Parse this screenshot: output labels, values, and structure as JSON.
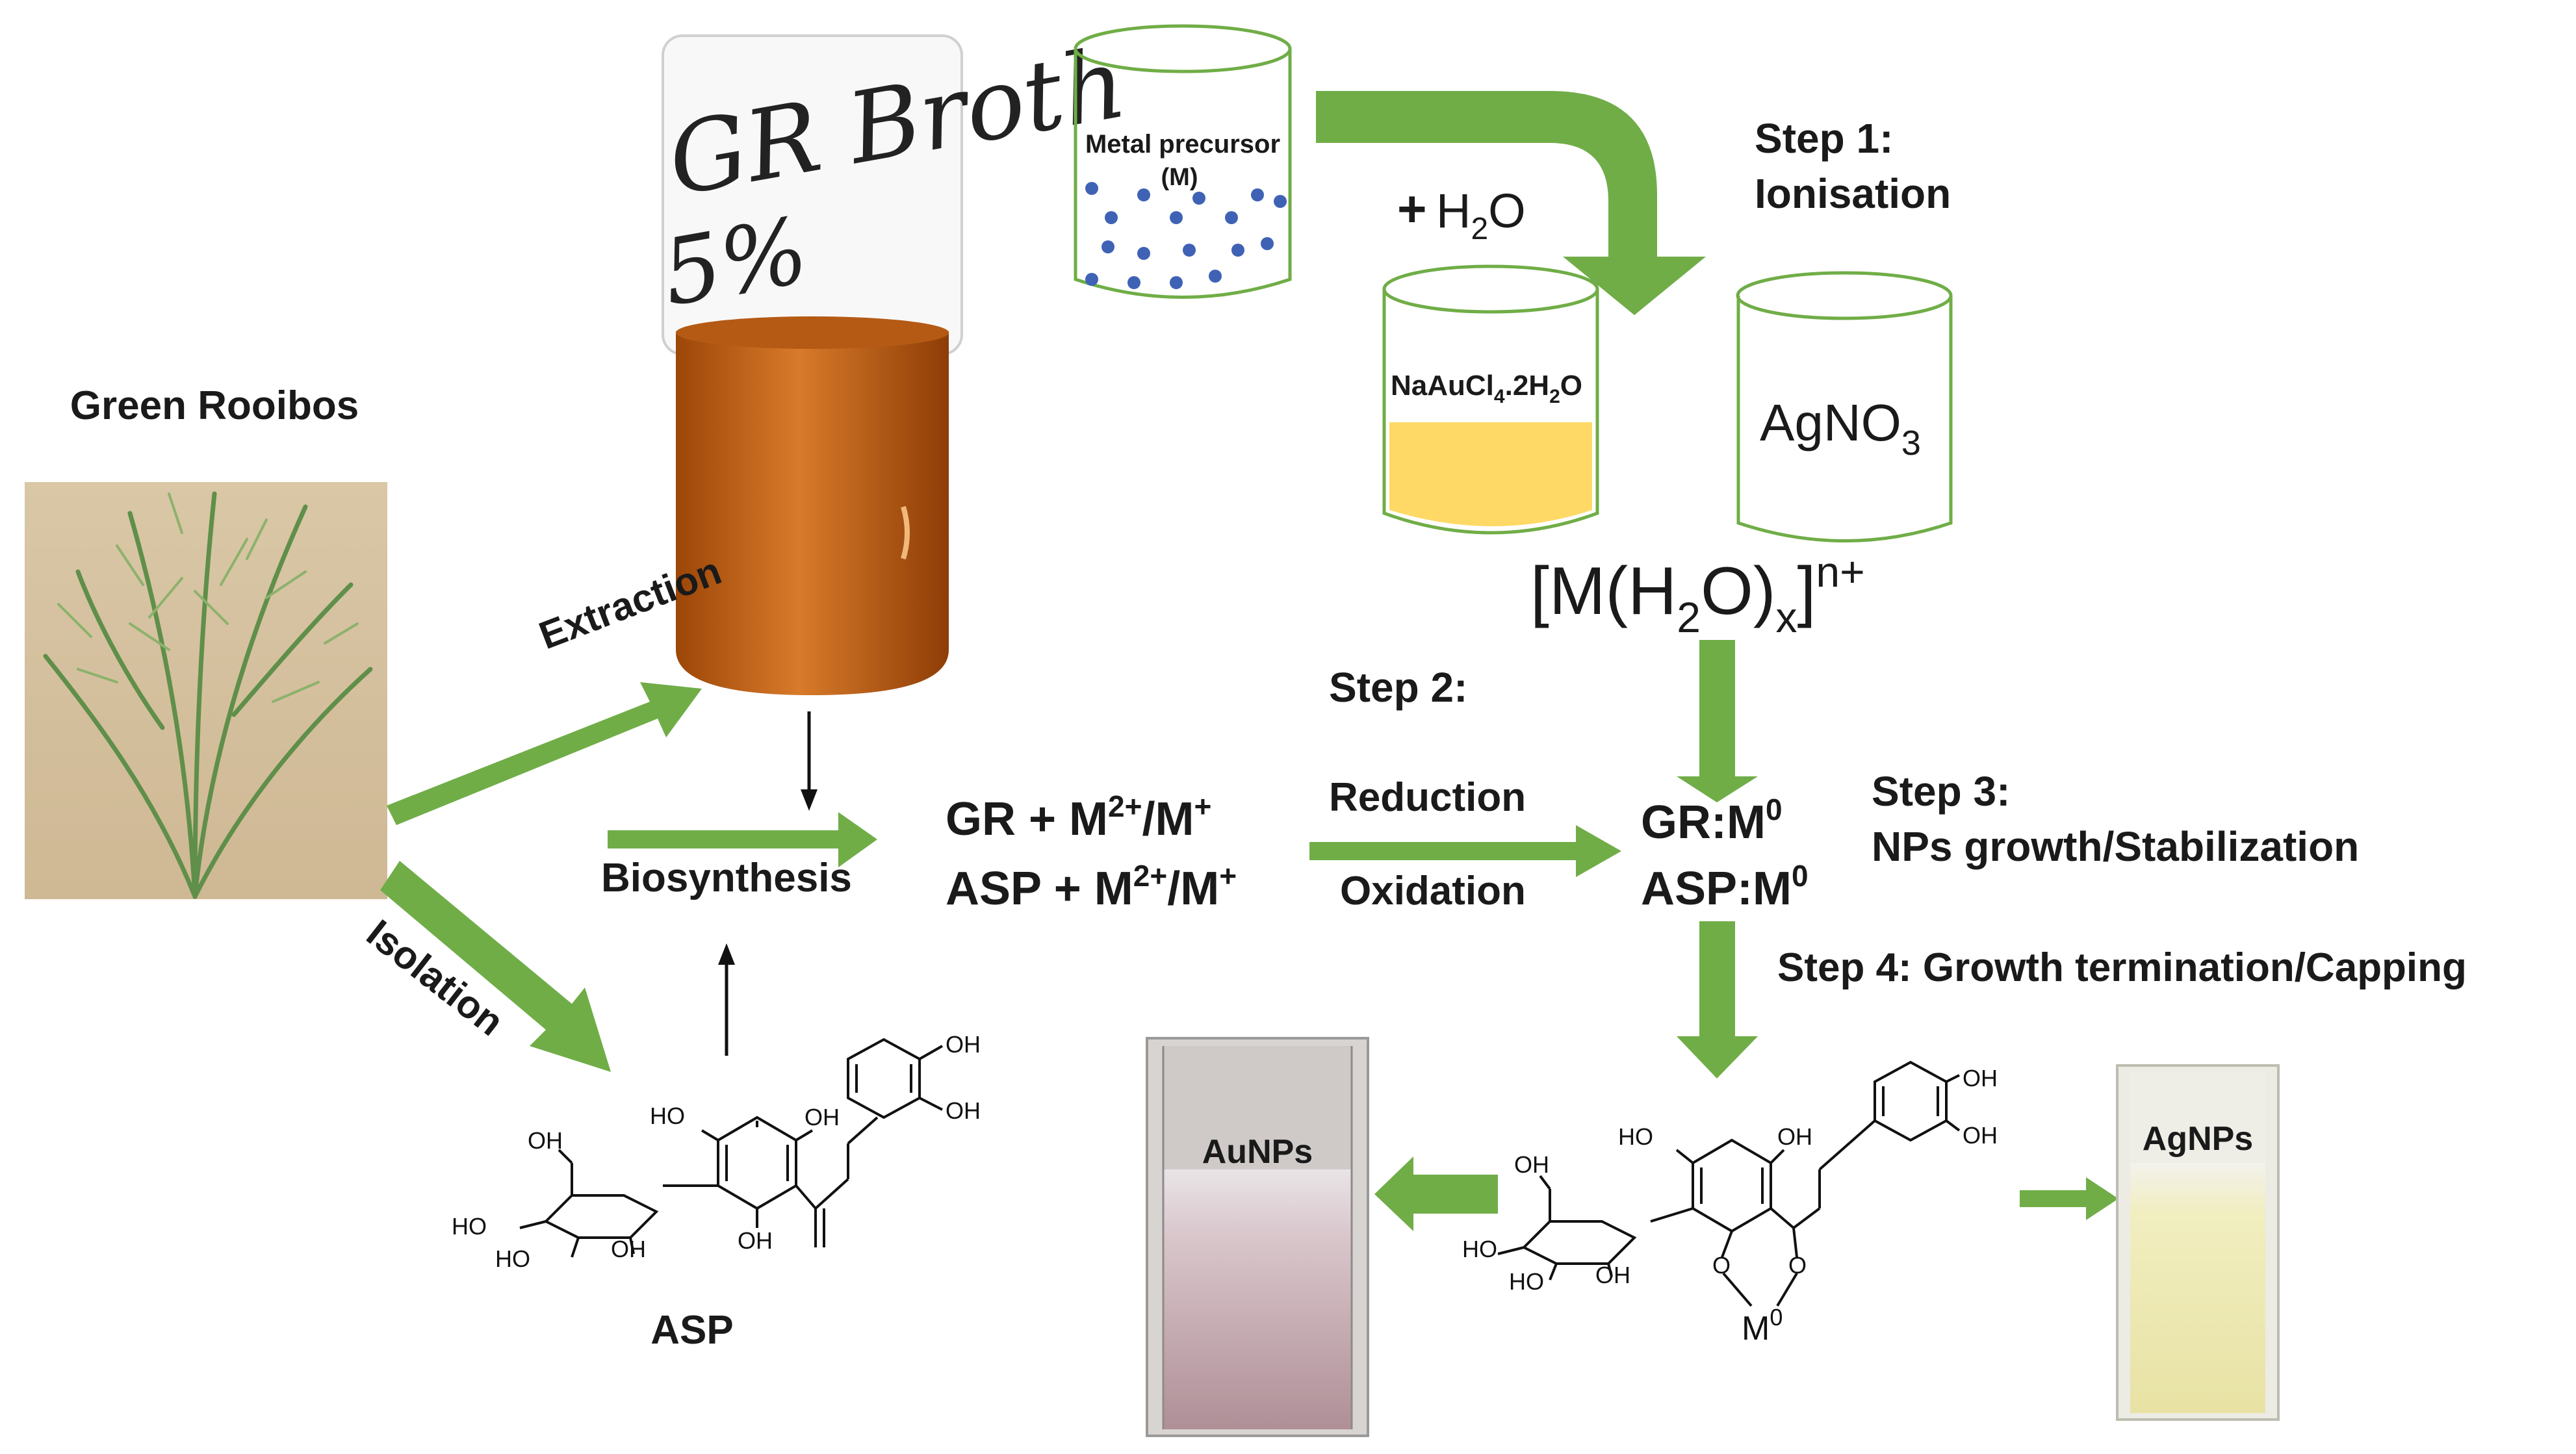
{
  "plant": {
    "title": "Green Rooibos"
  },
  "vial": {
    "handwriting_line1": "GR Broth",
    "handwriting_line2": "5%"
  },
  "arrows": {
    "extraction": "Extraction",
    "isolation": "Isolation",
    "biosynthesis": "Biosynthesis",
    "reduction": "Reduction",
    "oxidation": "Oxidation"
  },
  "precursor": {
    "label_line1": "Metal precursor",
    "label_line2": "(M)",
    "water_plus": "+",
    "water_h": "H",
    "water_2": "2",
    "water_o": "O"
  },
  "step1": {
    "line1": "Step 1:",
    "line2": "Ionisation"
  },
  "beaker_gold": {
    "a": "NaAuCl",
    "b": "4",
    "c": ".2H",
    "d": "2",
    "e": "O"
  },
  "beaker_silver": {
    "a": "AgNO",
    "b": "3"
  },
  "hydrated": {
    "a": "[M(H",
    "b": "2",
    "c": "O)",
    "d": "x",
    "e": "]",
    "f": "n+"
  },
  "step2": {
    "label": "Step 2:"
  },
  "reactants": {
    "gr": "GR + M",
    "asp": "ASP + M",
    "sup1": "2+",
    "mid": "/M",
    "sup2": "+"
  },
  "products": {
    "gr": "GR:M",
    "asp": "ASP:M",
    "sup": "0"
  },
  "step3": {
    "line1": "Step 3:",
    "line2": "NPs growth/Stabilization"
  },
  "step4": {
    "label": "Step 4: Growth termination/Capping"
  },
  "asp_molecule": {
    "name": "ASP",
    "oh": "OH",
    "ho": "HO"
  },
  "complex": {
    "metal": "M",
    "metal_sup": "0",
    "oh": "OH",
    "ho": "HO",
    "o": "O"
  },
  "cuvette_au": {
    "label": "AuNPs"
  },
  "cuvette_ag": {
    "label": "AgNPs"
  },
  "colors": {
    "arrow_green": "#70ad47",
    "gold_fill": "#ffd966",
    "broth": "#c4621a"
  }
}
